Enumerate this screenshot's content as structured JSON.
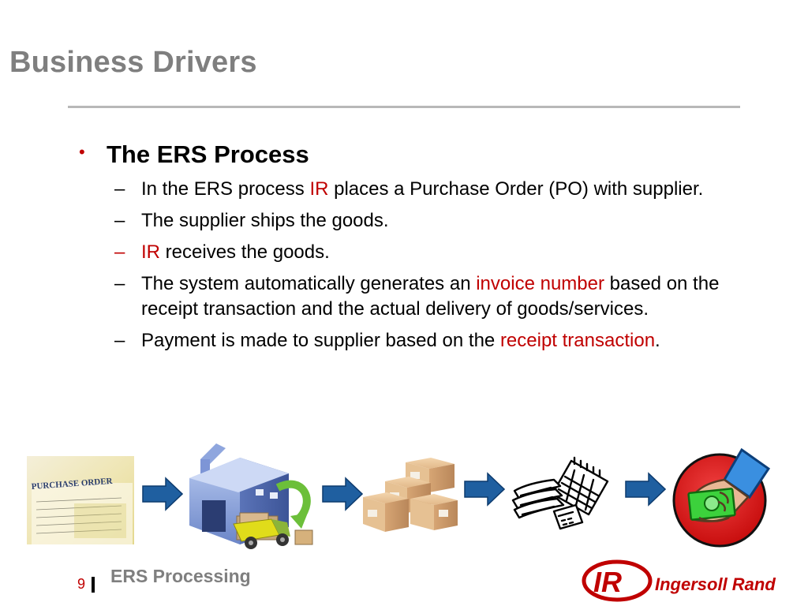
{
  "slide": {
    "title": "Business Drivers",
    "bullet": {
      "heading": "The ERS Process",
      "items": [
        {
          "parts": [
            "In the ERS process ",
            "IR",
            " places a Purchase Order (PO) with supplier."
          ]
        },
        {
          "parts": [
            "The supplier ships the goods."
          ]
        },
        {
          "parts": [
            "IR",
            " receives the goods."
          ]
        },
        {
          "parts": [
            "The system automatically generates an ",
            "invoice number",
            " based on the receipt transaction and the actual delivery of goods/services."
          ]
        },
        {
          "parts": [
            "Payment is made to supplier based on the ",
            "receipt transaction",
            "."
          ]
        }
      ]
    }
  },
  "flow": {
    "purchase_order_heading": "PURCHASE ORDER",
    "steps": [
      "purchase-order-icon",
      "warehouse-truck-icon",
      "boxes-icon",
      "invoice-calculator-icon",
      "payment-hand-icon"
    ]
  },
  "footer": {
    "page_number": "9",
    "section": "ERS Processing",
    "logo_mark": "IR",
    "logo_text": "Ingersoll Rand"
  },
  "colors": {
    "accent": "#c00000",
    "title": "#7f7f7f",
    "arrow": "#1f5fa0"
  }
}
